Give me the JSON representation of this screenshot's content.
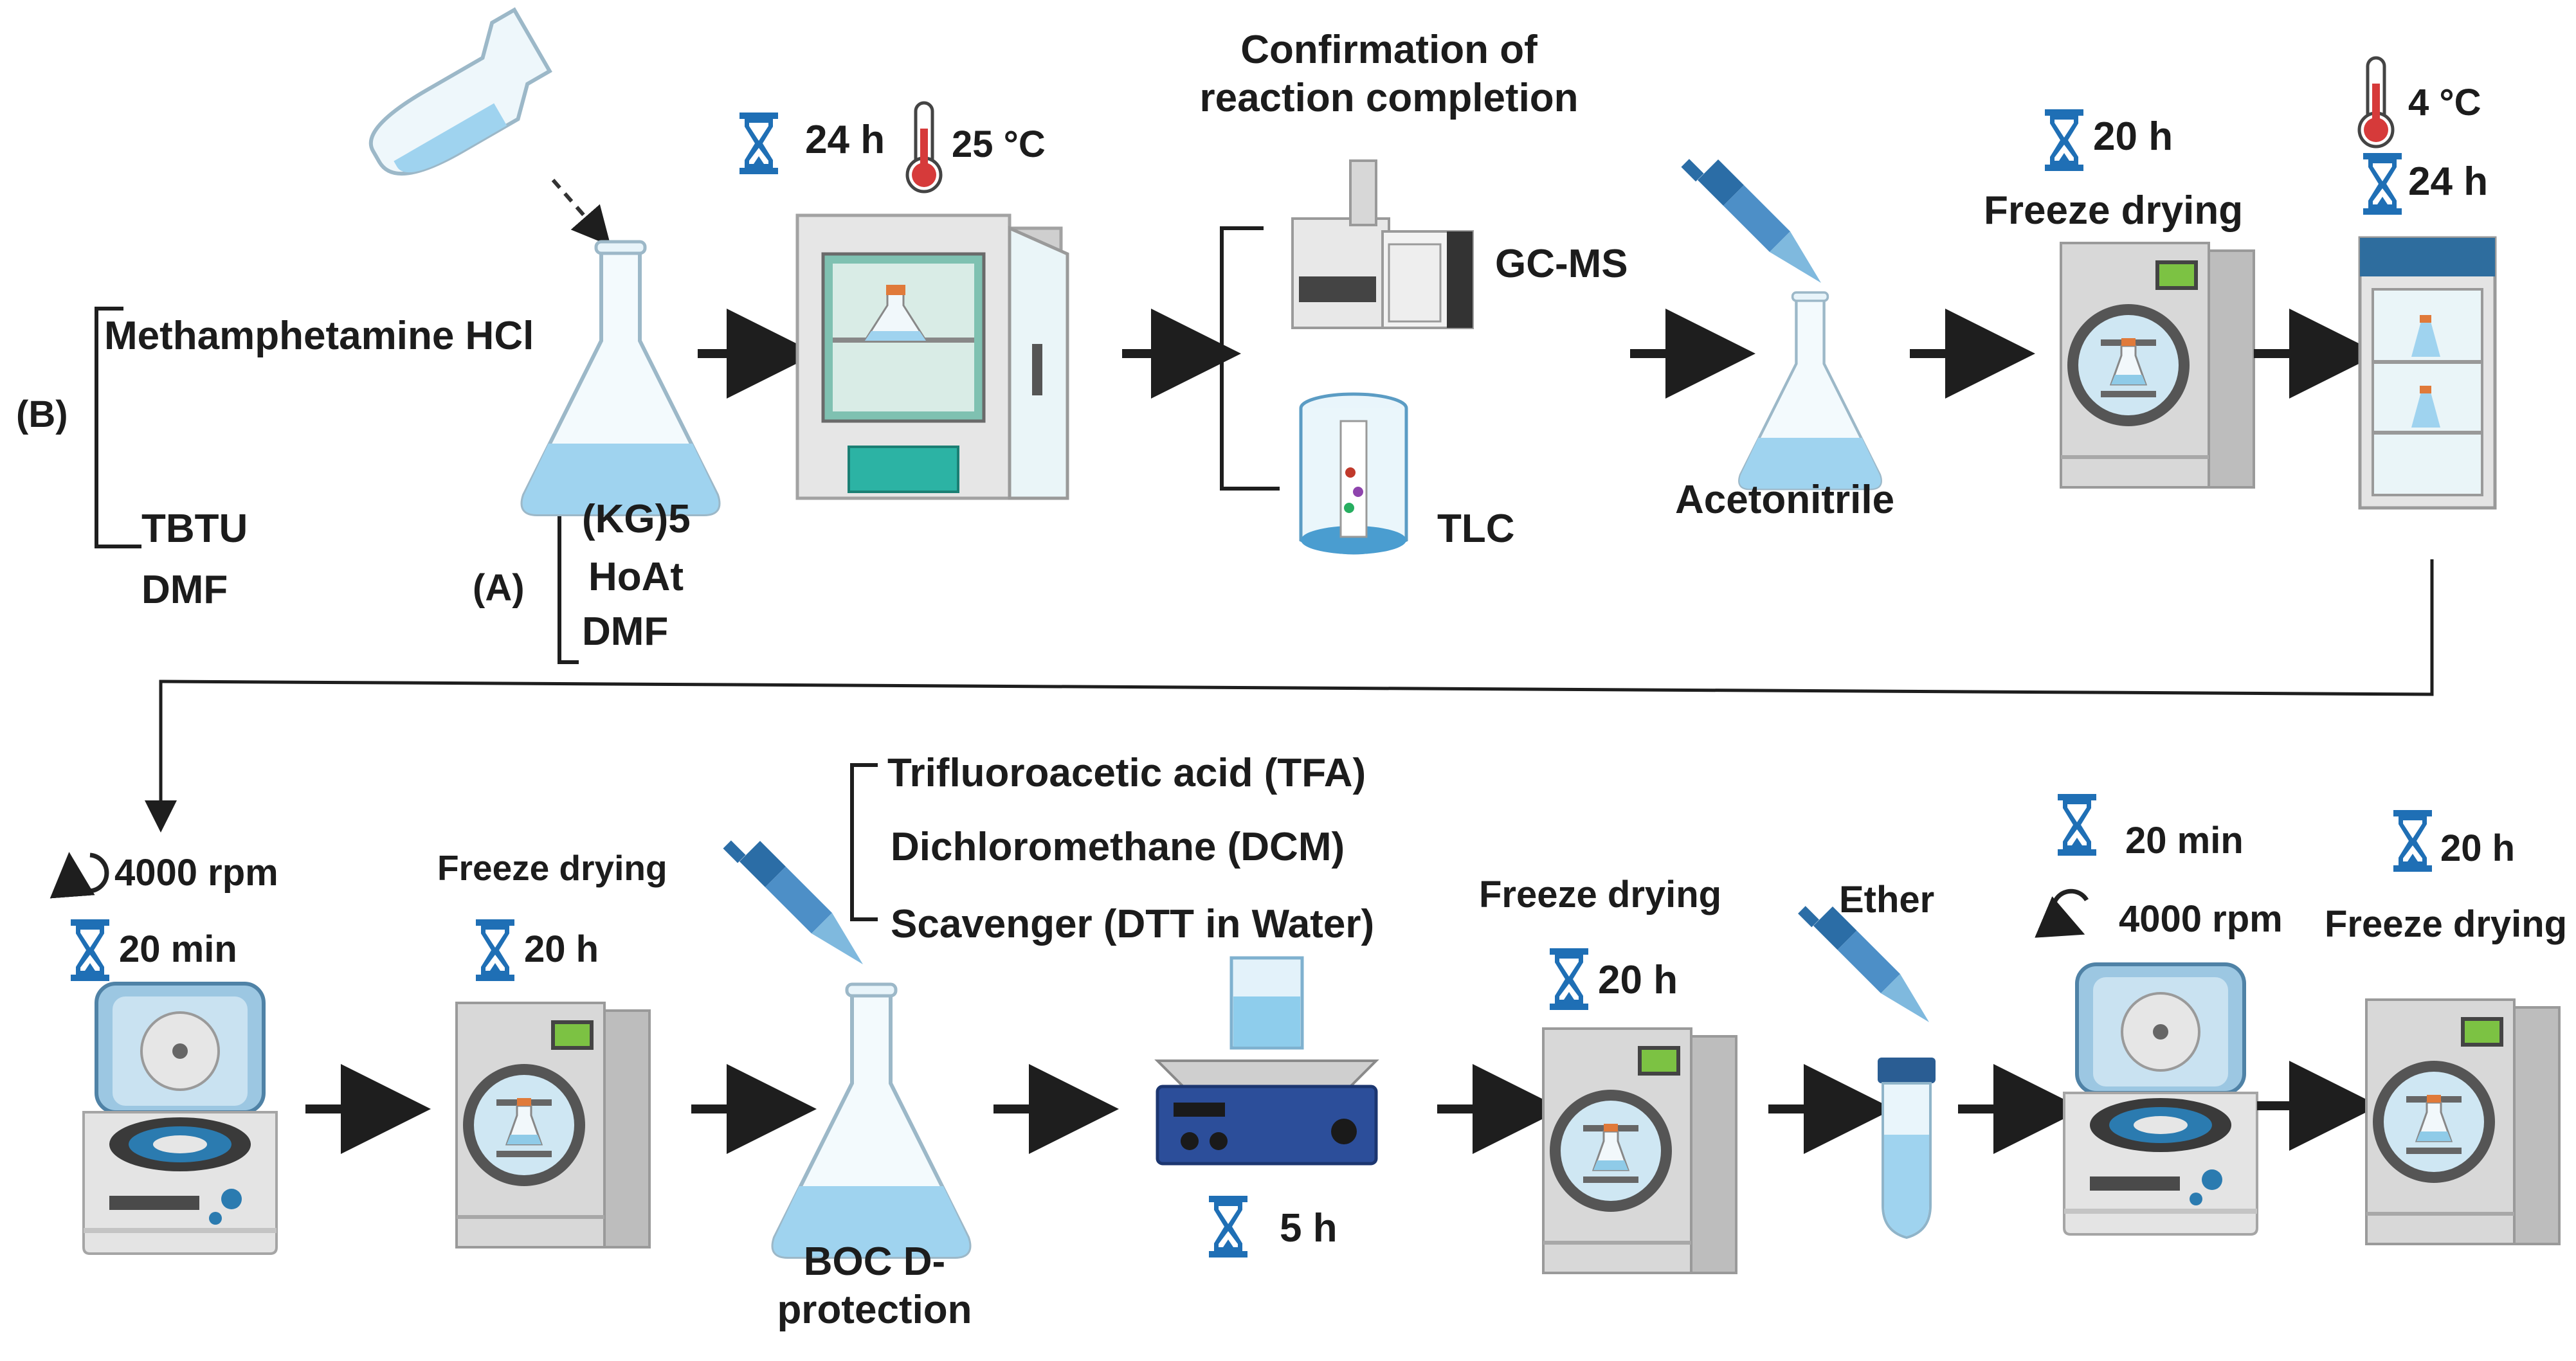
{
  "reagents_b": {
    "tag": "(B)",
    "item1": "Methamphetamine HCl",
    "item2": "TBTU",
    "item3": "DMF"
  },
  "reagents_a": {
    "tag": "(A)",
    "item1": "(KG)5",
    "item2": "HoAt",
    "item3": "DMF"
  },
  "incubation": {
    "time": "24 h",
    "temperature": "25 °C"
  },
  "confirmation": {
    "title_line1": "Confirmation of",
    "title_line2": "reaction completion",
    "method1": "GC-MS",
    "method2": "TLC"
  },
  "acetonitrile": {
    "label": "Acetonitrile"
  },
  "freeze1": {
    "time": "20 h",
    "label": "Freeze drying"
  },
  "fridge": {
    "temperature": "4 °C",
    "time": "24 h"
  },
  "centrifuge1": {
    "speed": "4000 rpm",
    "time": "20 min"
  },
  "freeze2": {
    "label": "Freeze drying",
    "time": "20 h"
  },
  "deprotection": {
    "label_line1": "BOC D-",
    "label_line2": "protection"
  },
  "tfa_mix": {
    "item1": "Trifluoroacetic acid (TFA)",
    "item2": "Dichloromethane (DCM)",
    "item3": "Scavenger (DTT in Water)"
  },
  "stir": {
    "time": "5 h"
  },
  "freeze3": {
    "label": "Freeze drying",
    "time": "20 h"
  },
  "ether": {
    "label": "Ether"
  },
  "centrifuge2": {
    "time": "20 min",
    "speed": "4000 rpm"
  },
  "freeze4": {
    "time": "20 h",
    "label": "Freeze drying"
  },
  "colors": {
    "arrow": "#1e1e1e",
    "machine_grey": "#d8d8d8",
    "screen_green": "#7cc243",
    "liquid_blue": "#9fd3ef",
    "hourglass_blue": "#1f6fb5",
    "thermo_red": "#d63a3a"
  }
}
